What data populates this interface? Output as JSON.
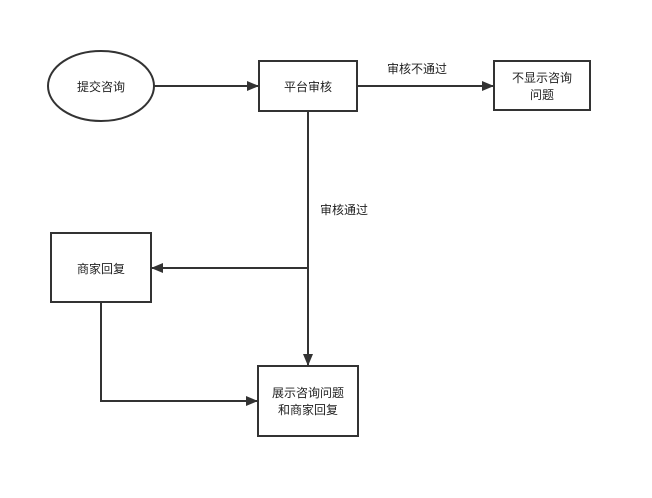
{
  "nodes": {
    "submit": {
      "label": "提交咨询"
    },
    "review": {
      "label": "平台审核"
    },
    "hide": {
      "label_line1": "不显示咨询",
      "label_line2": "问题"
    },
    "reply": {
      "label": "商家回复"
    },
    "show": {
      "label_line1": "展示咨询问题",
      "label_line2": "和商家回复"
    }
  },
  "edges": {
    "review_fail": {
      "label": "审核不通过"
    },
    "review_pass": {
      "label": "审核通过"
    }
  },
  "colors": {
    "stroke": "#333333",
    "text": "#222222",
    "background": "#ffffff"
  }
}
